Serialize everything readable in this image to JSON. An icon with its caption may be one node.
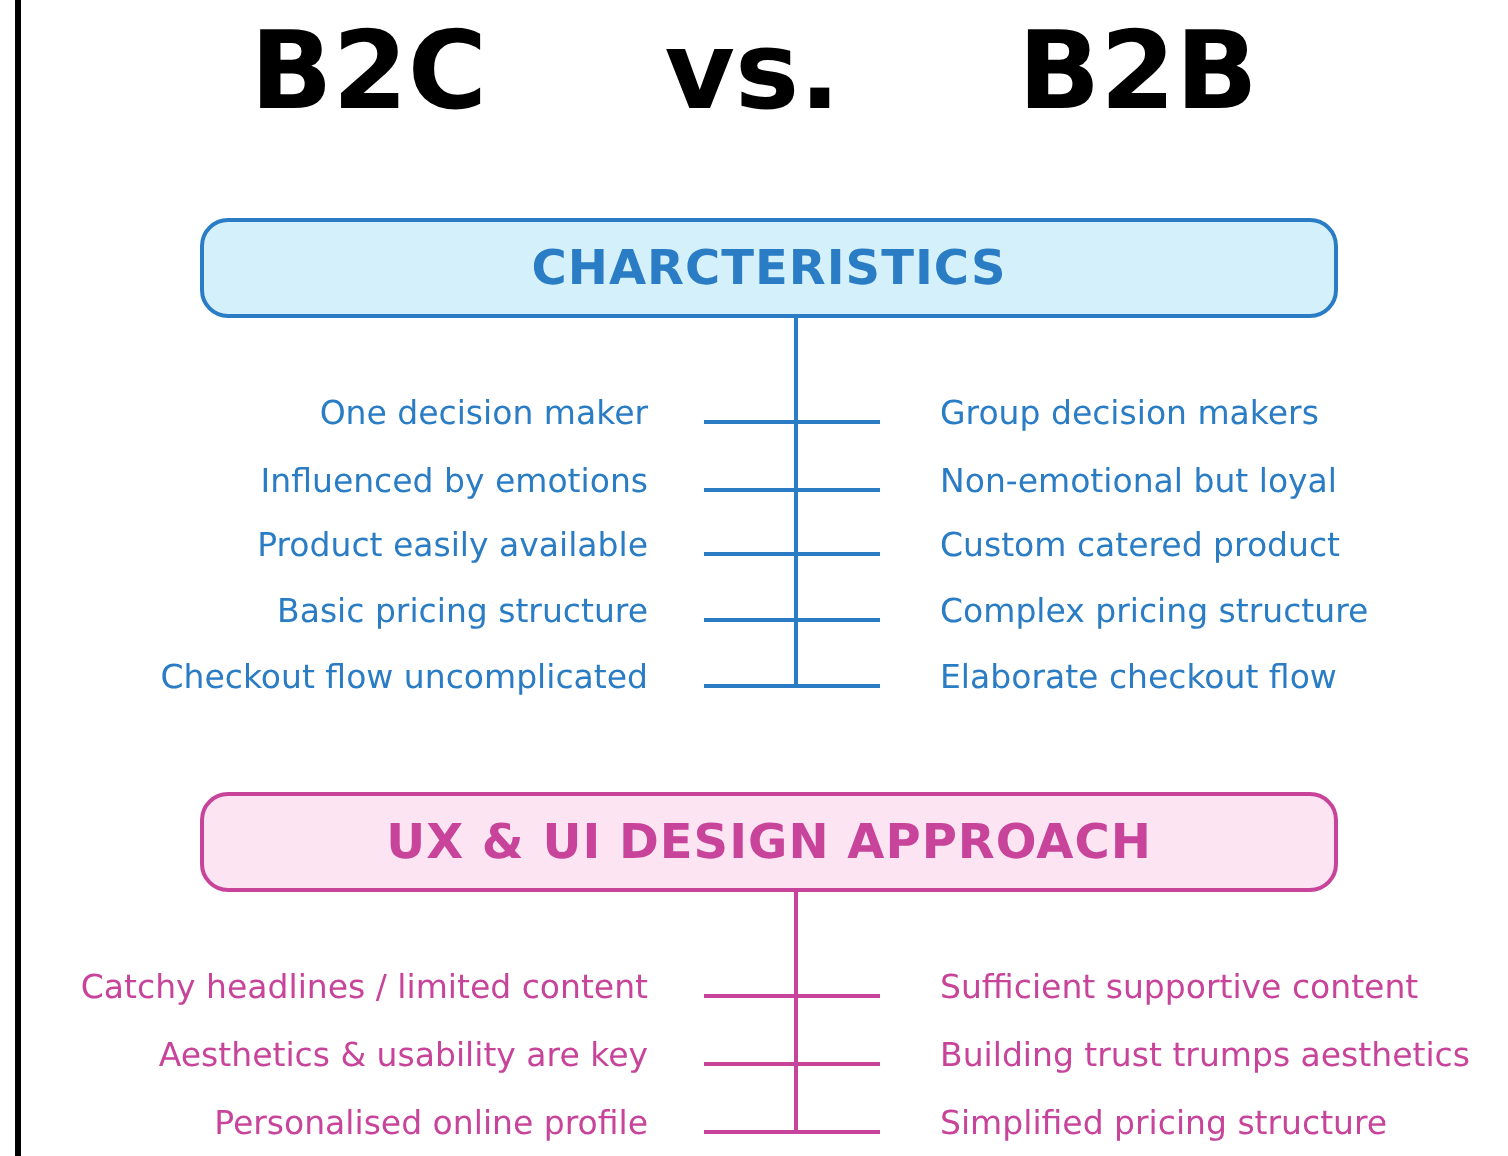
{
  "diagram": {
    "title": "B2C vs. B2B",
    "nodes": [
      {
        "text": [
          "CHARCTERISTICS"
        ]
      },
      {
        "text": [
          "UX & UI DESIGN APPROACH"
        ]
      }
    ],
    "labels": [
      "One decision maker",
      "Group decision makers",
      "Influenced by emotions",
      "Non-emotional but loyal",
      "Product easily available",
      "Custom catered product",
      "Basic pricing structure",
      "Complex pricing structure",
      "Checkout flow uncomplicated",
      "Elaborate checkout flow",
      "Catchy headlines / limited content",
      "Sufficient supportive content",
      "Aesthetics & usability are key",
      "Building trust trumps aesthetics",
      "Personalised online profile",
      "Simplified pricing structure"
    ]
  }
}
